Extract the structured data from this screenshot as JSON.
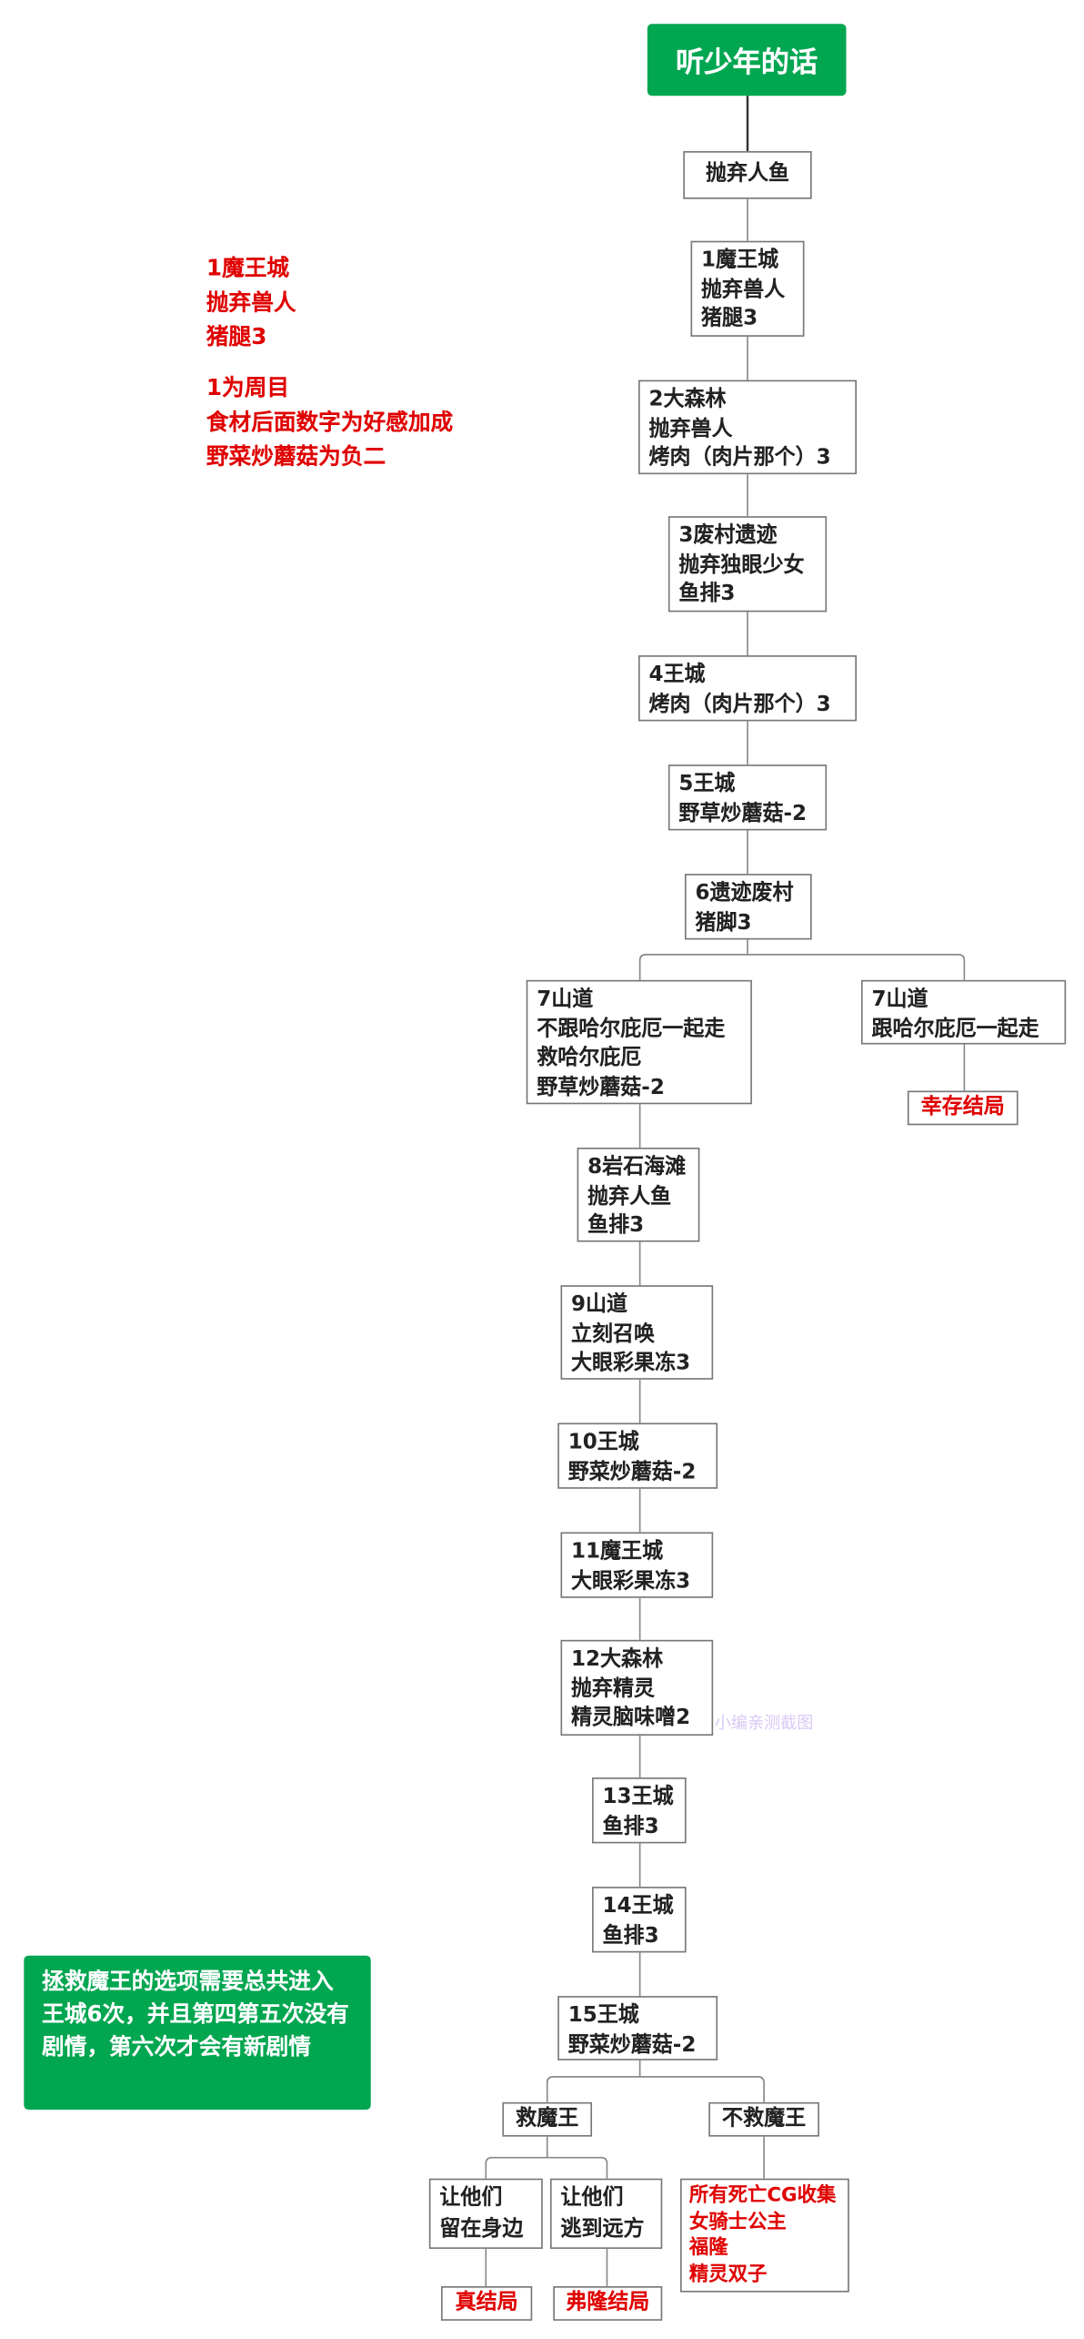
{
  "title": "听少年的话",
  "root_choice": "抛弃人鱼",
  "notes": {
    "example": [
      "1魔王城",
      "抛弃兽人",
      "猪腿3"
    ],
    "legend": [
      "1为周目",
      "食材后面数字为好感加成",
      "野菜炒蘑菇为负二"
    ]
  },
  "tip": "拯救魔王的选项需要总共进入王城6次，并且第四第五次没有剧情，第六次才会有新剧情",
  "steps": [
    [
      "1魔王城",
      "抛弃兽人",
      "猪腿3"
    ],
    [
      "2大森林",
      "抛弃兽人",
      "烤肉（肉片那个）3"
    ],
    [
      "3废村遗迹",
      "抛弃独眼少女",
      "鱼排3"
    ],
    [
      "4王城",
      "烤肉（肉片那个）3"
    ],
    [
      "5王城",
      "野草炒蘑菇-2"
    ],
    [
      "6遗迹废村",
      "猪脚3"
    ],
    [
      "7山道",
      "不跟哈尔庇厄一起走",
      "救哈尔庇厄",
      "野草炒蘑菇-2"
    ],
    [
      "7山道",
      "跟哈尔庇厄一起走"
    ],
    [
      "8岩石海滩",
      "抛弃人鱼",
      "鱼排3"
    ],
    [
      "9山道",
      "立刻召唤",
      "大眼彩果冻3"
    ],
    [
      "10王城",
      "野菜炒蘑菇-2"
    ],
    [
      "11魔王城",
      "大眼彩果冻3"
    ],
    [
      "12大森林",
      "抛弃精灵",
      "精灵脑味噌2"
    ],
    [
      "13王城",
      "鱼排3"
    ],
    [
      "14王城",
      "鱼排3"
    ],
    [
      "15王城",
      "野菜炒蘑菇-2"
    ]
  ],
  "choices": {
    "save": "救魔王",
    "not_save": "不救魔王",
    "stay": [
      "让他们",
      "留在身边"
    ],
    "flee": [
      "让他们",
      "逃到远方"
    ]
  },
  "endings": {
    "survival": "幸存结局",
    "true": "真结局",
    "fron": "弗隆结局",
    "death_cg": [
      "所有死亡CG收集",
      "女骑士公主",
      "福隆",
      "精灵双子"
    ]
  },
  "watermark": "小编亲测截图",
  "colors": {
    "green": "#00a650",
    "red": "#e00000"
  }
}
